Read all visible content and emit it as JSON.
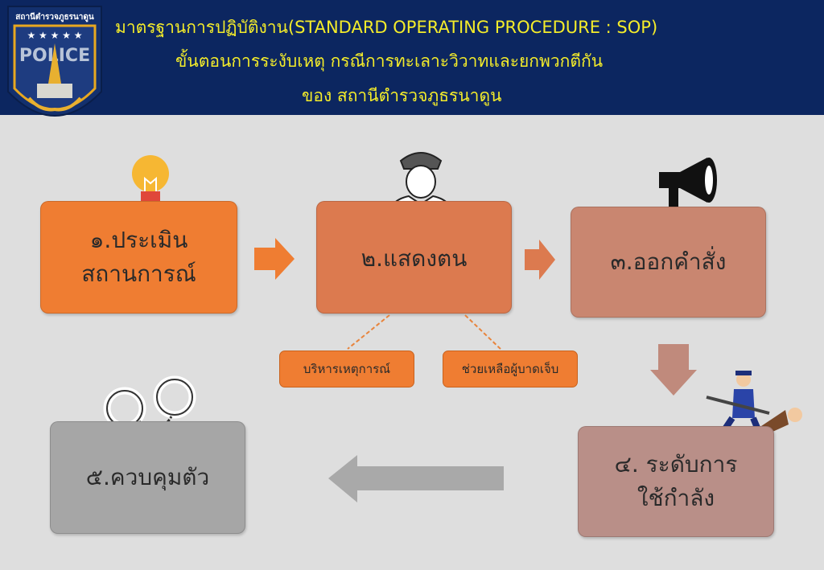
{
  "header": {
    "badge_text": "สถานีตำรวจภูธรนาดูน",
    "badge_word": "POLICE",
    "title_line1": "มาตรฐานการปฏิบัติงาน(STANDARD  OPERATING PROCEDURE : SOP)",
    "title_line2": "ขั้นตอนการระงับเหตุ กรณีการทะเลาะวิวาทและยกพวกตีกัน",
    "title_line3": "ของ สถานีตำรวจภูธรนาดูน"
  },
  "steps": [
    {
      "line1": "๑.ประเมิน",
      "line2": "สถานการณ์",
      "color": "#ef7d32"
    },
    {
      "line1": "๒.แสดงตน",
      "line2": "",
      "color": "#dc7a4f"
    },
    {
      "line1": "๓.ออกคำสั่ง",
      "line2": "",
      "color": "#c98670"
    },
    {
      "line1": "๔. ระดับการ",
      "line2": "ใช้กำลัง",
      "color": "#b98f88"
    },
    {
      "line1": "๕.ควบคุมตัว",
      "line2": "",
      "color": "#a6a6a6"
    }
  ],
  "substeps": [
    "บริหารเหตุการณ์",
    "ช่วยเหลือผู้บาดเจ็บ"
  ],
  "colors": {
    "header_bg": "#0c2660",
    "title": "#f4ec2a"
  }
}
